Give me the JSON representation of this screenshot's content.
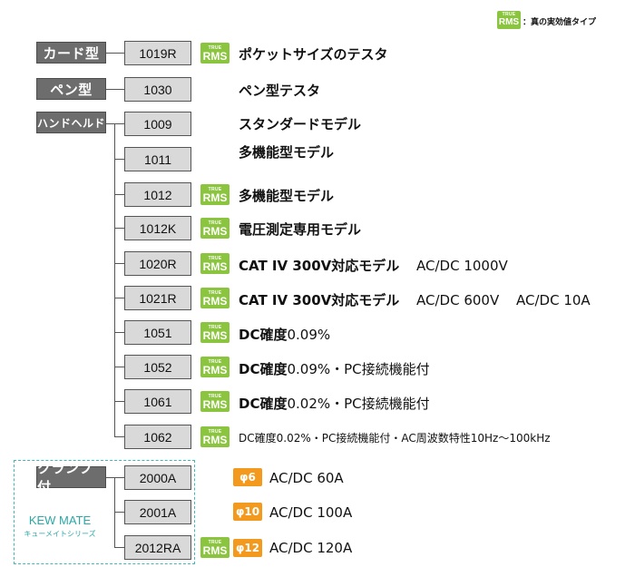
{
  "legend": {
    "badge_top": "TRUE",
    "badge_bottom": "RMS",
    "text": "：真の実効値タイプ"
  },
  "categories": {
    "card": "カード型",
    "pen": "ペン型",
    "handheld": "ハンドヘルド",
    "clamp": "クランプ付"
  },
  "rms_badge": {
    "top": "TRUE",
    "bottom": "RMS"
  },
  "rows": [
    {
      "model": "1019R",
      "desc": "ポケットサイズのテスタ"
    },
    {
      "model": "1030",
      "desc": "ペン型テスタ"
    },
    {
      "model": "1009",
      "desc": "スタンダードモデル"
    },
    {
      "model": "1011",
      "desc": "多機能型モデル"
    },
    {
      "model": "1012",
      "desc": "多機能型モデル"
    },
    {
      "model": "1012K",
      "desc": "電圧測定専用モデル"
    },
    {
      "model": "1020R",
      "desc_a": "CAT IV  300V対応モデル",
      "desc_b": "AC/DC 1000V"
    },
    {
      "model": "1021R",
      "desc_a": "CAT IV  300V対応モデル",
      "desc_b": "AC/DC 600V",
      "desc_c": "AC/DC 10A"
    },
    {
      "model": "1051",
      "desc_a": "DC確度",
      "desc_b": "0.09%"
    },
    {
      "model": "1052",
      "desc_a": "DC確度",
      "desc_b": "0.09%・PC接続機能付"
    },
    {
      "model": "1061",
      "desc_a": "DC確度",
      "desc_b": "0.02%・PC接続機能付"
    },
    {
      "model": "1062",
      "desc_a": "DC確度",
      "desc_b": "0.02%・PC接続機能付・AC周波数特性",
      "desc_c": "10Hz〜100kHz"
    },
    {
      "model": "2000A",
      "phi": "φ6",
      "desc": "AC/DC 60A"
    },
    {
      "model": "2001A",
      "phi": "φ10",
      "desc": "AC/DC 100A"
    },
    {
      "model": "2012RA",
      "phi": "φ12",
      "desc": "AC/DC 120A"
    }
  ],
  "kew": {
    "title": "KEW MATE",
    "subtitle": "キューメイトシリーズ"
  },
  "colors": {
    "rms_green": "#8bc53f",
    "phi_orange": "#f39a1e",
    "category_gray": "#6d6d6d",
    "model_gray": "#d9d9d9",
    "kew_teal": "#3fb8b6"
  }
}
